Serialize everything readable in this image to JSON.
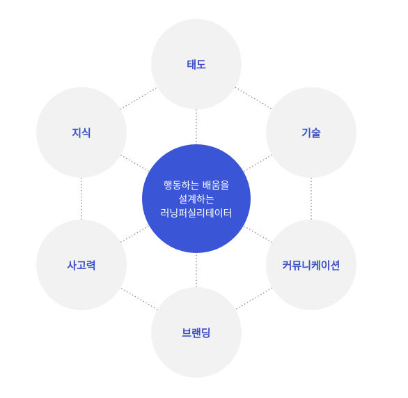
{
  "center": {
    "lines": [
      "행동하는 배움을",
      "설계하는",
      "러닝퍼실리테이터"
    ]
  },
  "nodes": [
    {
      "id": "attitude",
      "label": "태도"
    },
    {
      "id": "skill",
      "label": "기술"
    },
    {
      "id": "communication",
      "label": "커뮤니케이션"
    },
    {
      "id": "branding",
      "label": "브랜딩"
    },
    {
      "id": "thinking",
      "label": "사고력"
    },
    {
      "id": "knowledge",
      "label": "지식"
    }
  ],
  "colors": {
    "center_fill": "#3a55d6",
    "center_text": "#ffffff",
    "node_fill": "#f2f2f2",
    "node_text": "#3a4fc8",
    "connector": "#8a8a8a"
  }
}
